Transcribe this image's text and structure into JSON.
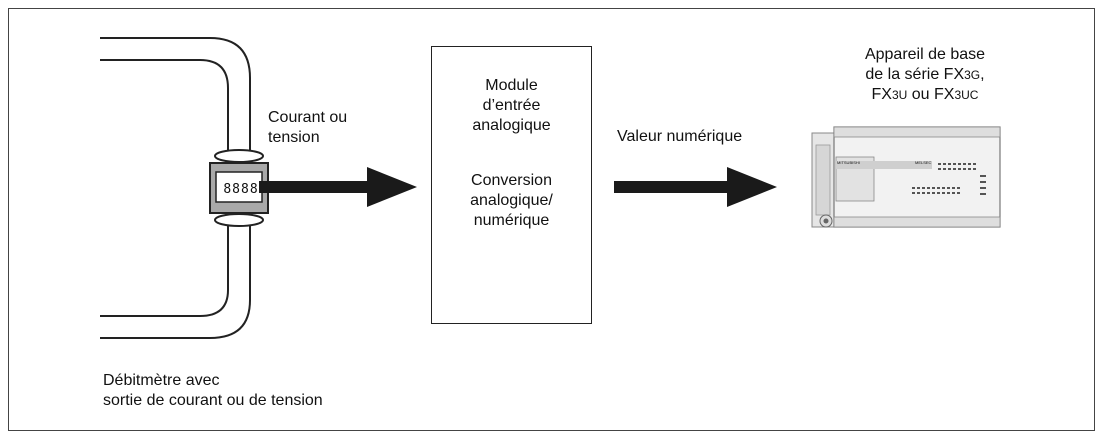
{
  "sensor": {
    "caption_line1": "Débitmètre avec",
    "caption_line2": "sortie de courant ou de tension",
    "display_value": "8888",
    "display_color": "#202020"
  },
  "arrow1": {
    "label_line1": "Courant ou",
    "label_line2": "tension"
  },
  "module": {
    "title_line1": "Module",
    "title_line2": "d’entrée",
    "title_line3": "analogique",
    "conv_line1": "Conversion",
    "conv_line2": "analogique/",
    "conv_line3": "numérique"
  },
  "arrow2": {
    "label": "Valeur numérique"
  },
  "plc": {
    "title_line1": "Appareil de base",
    "title_line2_pre": "de la série FX",
    "title_line2_sub": "3G",
    "title_line2_post": ",",
    "title_line3_a": "FX",
    "title_line3_a_sub": "3U",
    "title_line3_mid": " ou FX",
    "title_line3_b_sub": "3UC",
    "brand_text": "MITSUBISHI",
    "model_text": "MELSEC"
  },
  "colors": {
    "arrow": "#1a1a1a",
    "pipe": "#222222",
    "device_body": "#f2f2f2",
    "meter_body": "#a9a9a9"
  }
}
